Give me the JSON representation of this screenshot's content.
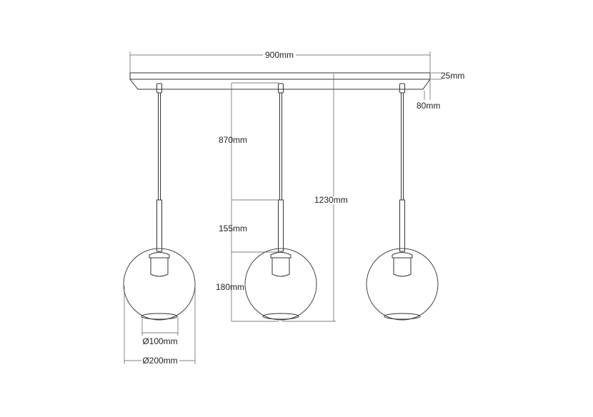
{
  "dimensions": {
    "width": "900mm",
    "canopy_height": "25mm",
    "canopy_depth": "80mm",
    "cord_length": "870mm",
    "rod_length": "155mm",
    "shade_height": "180mm",
    "total_height": "1230mm",
    "opening_diameter": "Ø100mm",
    "shade_diameter": "Ø200mm"
  },
  "colors": {
    "line": "#333333",
    "background": "#ffffff"
  }
}
